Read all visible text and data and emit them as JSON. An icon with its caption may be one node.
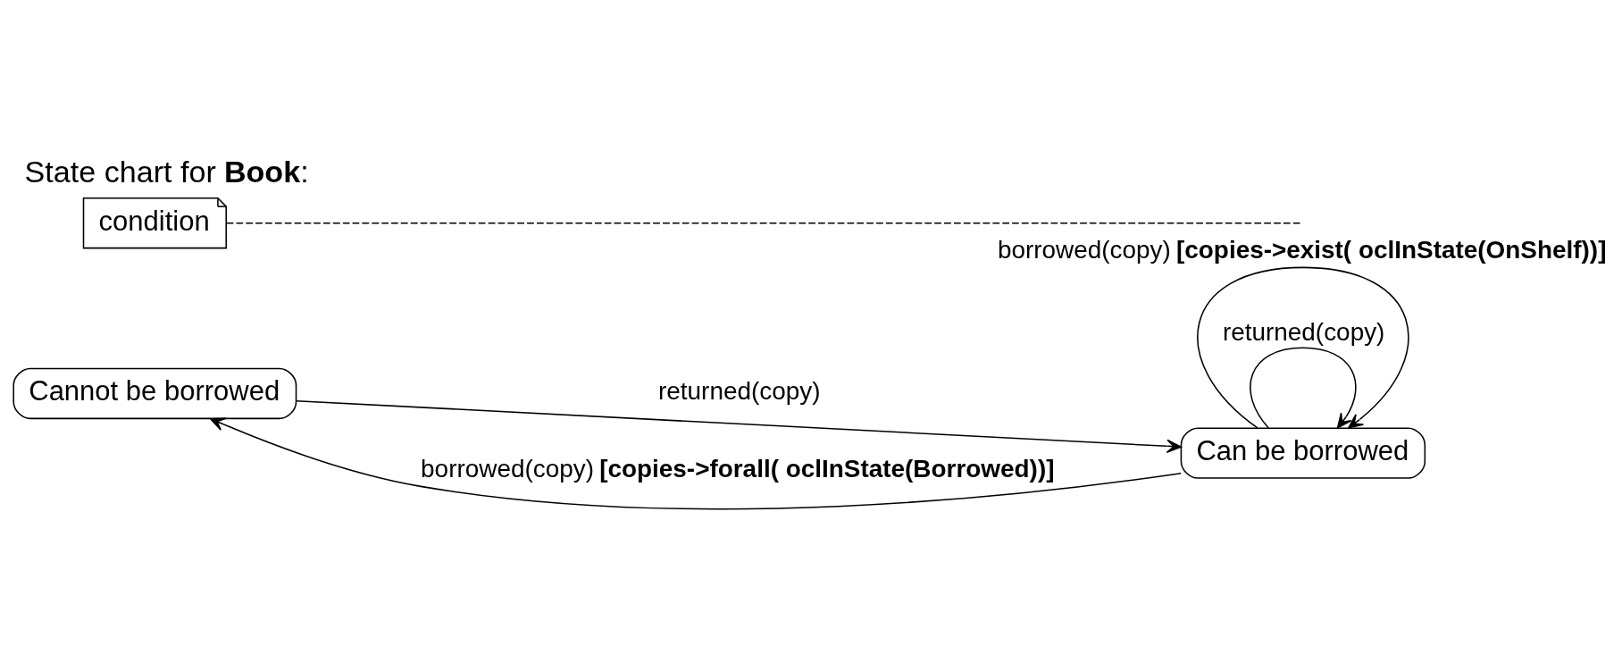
{
  "diagram": {
    "title": "State chart for **Book**:",
    "nodes": [
      {
        "text": [
          "Cannot be borrowed"
        ]
      },
      {
        "text": [
          "Can be borrowed"
        ]
      },
      {
        "text": [
          "condition"
        ]
      }
    ],
    "edges": [
      {
        "from": 0,
        "to": 1,
        "arrow": "to",
        "label": "returned(copy)"
      },
      {
        "from": 1,
        "to": 0,
        "arrow": "to",
        "label": "borrowed(copy) **[copies->forall( oclInState(Borrowed))]**"
      },
      {
        "from": 1,
        "to": 1,
        "arrow": "to",
        "label": "returned(copy)"
      },
      {
        "from": 1,
        "to": 1,
        "arrow": "to",
        "label": "borrowed(copy) **[copies->exist( oclInState(OnShelf))]**"
      },
      {
        "from": 2,
        "to": null,
        "arrow": "none",
        "style": "dashed"
      }
    ]
  }
}
